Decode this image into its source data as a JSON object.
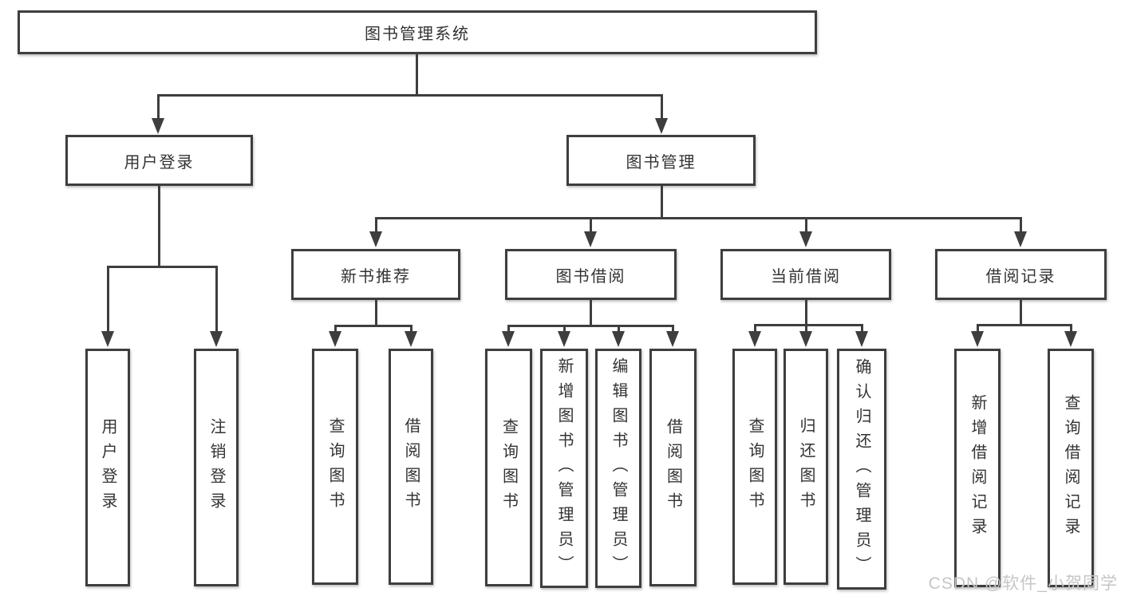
{
  "colors": {
    "background": "#ffffff",
    "box_fill": "#ffffff",
    "box_border": "#3e3e3e",
    "line": "#3e3e3e",
    "text": "#333333",
    "watermark_text": "#c6c6c6"
  },
  "tree": {
    "root": {
      "label": "图书管理系统",
      "children": [
        {
          "label": "用户登录",
          "children": [
            {
              "label": "用户登录"
            },
            {
              "label": "注销登录"
            }
          ]
        },
        {
          "label": "图书管理",
          "children": [
            {
              "label": "新书推荐",
              "children": [
                {
                  "label": "查询图书"
                },
                {
                  "label": "借阅图书"
                }
              ]
            },
            {
              "label": "图书借阅",
              "children": [
                {
                  "label": "查询图书"
                },
                {
                  "label": "新增图书（管理员）"
                },
                {
                  "label": "编辑图书（管理员）"
                },
                {
                  "label": "借阅图书"
                }
              ]
            },
            {
              "label": "当前借阅",
              "children": [
                {
                  "label": "查询图书"
                },
                {
                  "label": "归还图书"
                },
                {
                  "label": "确认归还（管理员）"
                }
              ]
            },
            {
              "label": "借阅记录",
              "children": [
                {
                  "label": "新增借阅记录"
                },
                {
                  "label": "查询借阅记录"
                }
              ]
            }
          ]
        }
      ]
    }
  },
  "watermark": {
    "text": "CSDN @软件_小贺同学"
  }
}
